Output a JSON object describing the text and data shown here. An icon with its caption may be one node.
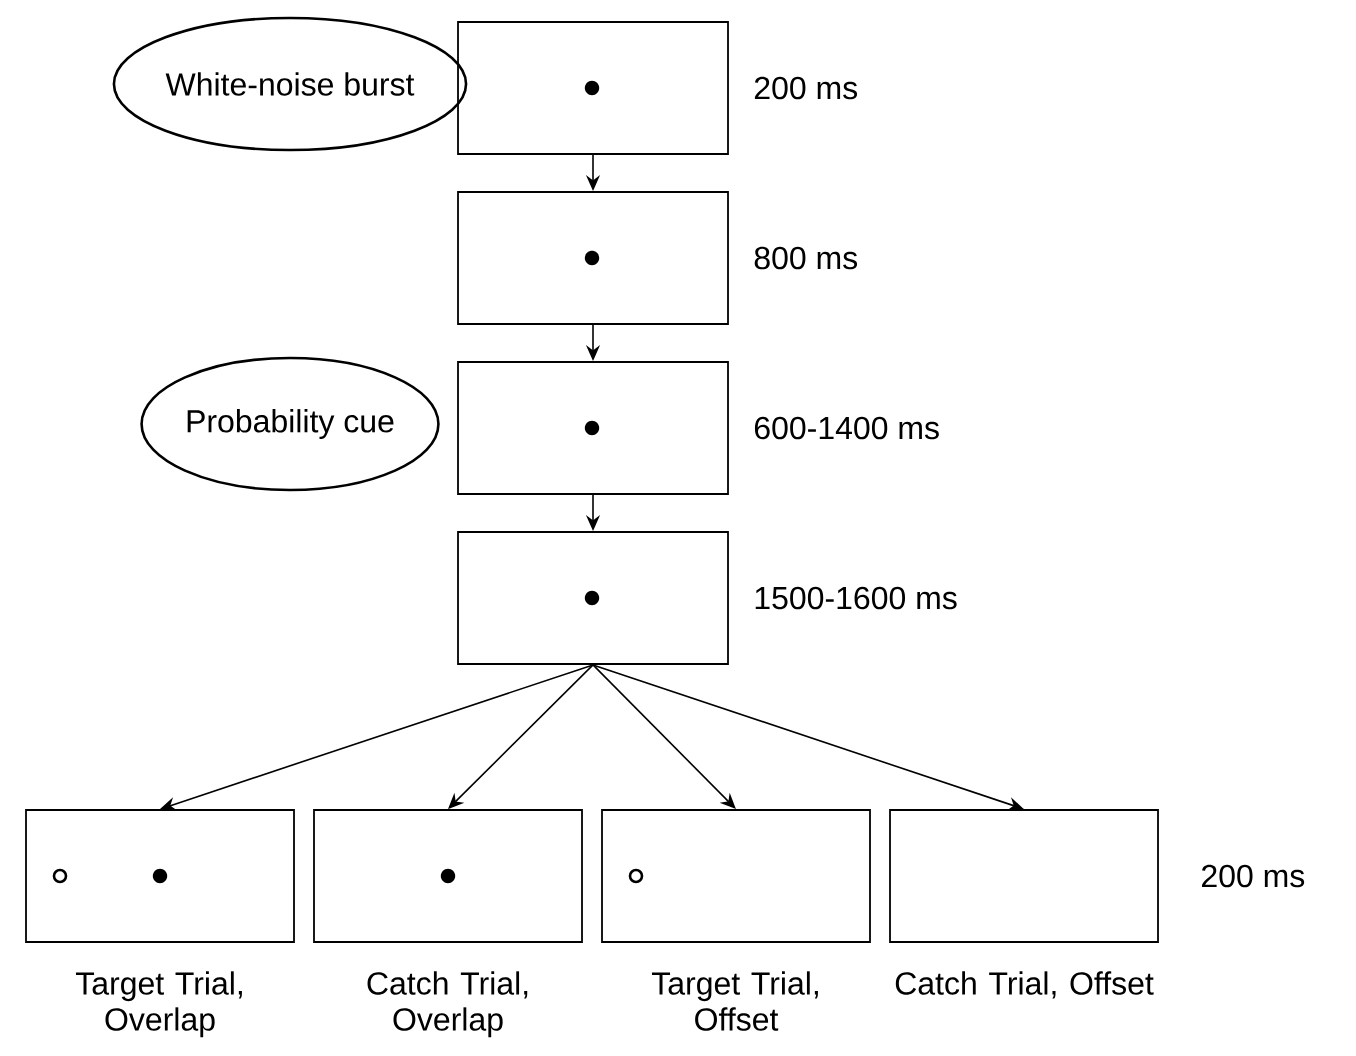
{
  "diagram": {
    "nodes": [
      {
        "text": [
          "White-noise burst"
        ]
      },
      {
        "text": [],
        "shape": "box",
        "beside": [
          "200 ms"
        ]
      },
      {
        "text": [],
        "shape": "box",
        "beside": [
          "800 ms"
        ]
      },
      {
        "text": [
          "Probability cue"
        ]
      },
      {
        "text": [],
        "shape": "box",
        "beside": [
          "600-1400 ms"
        ]
      },
      {
        "text": [],
        "shape": "box",
        "beside": [
          "1500-1600 ms"
        ]
      },
      {
        "text": [],
        "shape": "box",
        "beside": [
          "Target Trial, Overlap"
        ]
      },
      {
        "text": [],
        "shape": "box",
        "beside": [
          "Catch Trial, Overlap"
        ]
      },
      {
        "text": [],
        "shape": "box",
        "beside": [
          "Target Trial, Offset"
        ]
      },
      {
        "text": [],
        "shape": "box",
        "beside": [
          "Catch Trial, Offset"
        ]
      }
    ],
    "edges": [
      {
        "from": 1,
        "to": 2,
        "arrow": "to"
      },
      {
        "from": 2,
        "to": 4,
        "arrow": "to"
      },
      {
        "from": 4,
        "to": 5,
        "arrow": "to"
      },
      {
        "from": 5,
        "to": 6,
        "arrow": "to"
      },
      {
        "from": 5,
        "to": 7,
        "arrow": "to"
      },
      {
        "from": 5,
        "to": 8,
        "arrow": "to"
      },
      {
        "from": 5,
        "to": 9,
        "arrow": "to"
      }
    ],
    "labels": [
      "200 ms"
    ]
  }
}
